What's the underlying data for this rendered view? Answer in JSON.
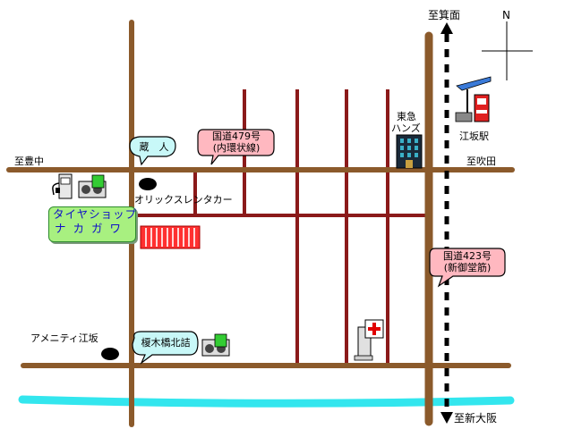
{
  "directions": {
    "north": "至箕面",
    "south": "至新大阪",
    "west": "至豊中",
    "east": "至吹田"
  },
  "compass": {
    "label": "N"
  },
  "routes": {
    "r479": {
      "line1": "国道479号",
      "line2": "(内環状線)"
    },
    "r423": {
      "line1": "国道423号",
      "line2": "(新御堂筋)"
    }
  },
  "places": {
    "kura": "蔵　人",
    "orix": "オリックスレンタカー",
    "amenity": "アメニティ江坂",
    "enokiki": "榎木橋北詰",
    "tokyu_line1": "東急",
    "tokyu_line2": "ハンズ",
    "esaka_station": "江坂駅"
  },
  "shop": {
    "line1": "タイヤショップ",
    "line2": "ナカガワ"
  },
  "colors": {
    "major_road": "#8b5a2b",
    "minor_road": "#8b1a1a",
    "river": "#33e6ee",
    "bubble_blue": "#c8f8f8",
    "bubble_pink": "#ffb8c0",
    "shop_bg": "#a8f080",
    "shop_text": "#1010c8"
  }
}
